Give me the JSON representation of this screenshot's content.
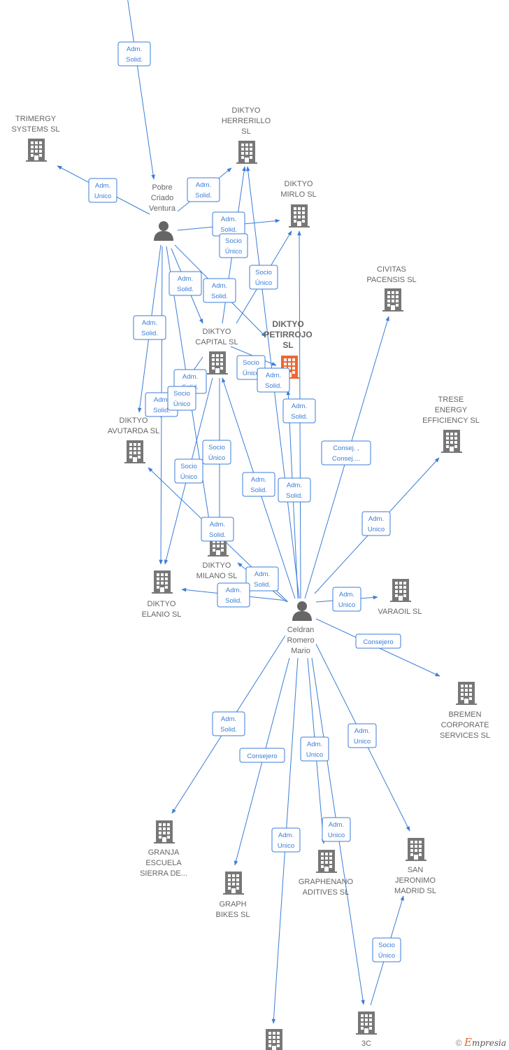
{
  "colors": {
    "edge": "#3b7dd8",
    "building": "#777777",
    "focus_building": "#ee6633",
    "person": "#666666"
  },
  "nodes": [
    {
      "id": "pobre",
      "kind": "person",
      "label": [
        "Pobre",
        "Criado",
        "Ventura"
      ]
    },
    {
      "id": "celdran",
      "kind": "person",
      "label": [
        "Celdran",
        "Romero",
        "Mario"
      ]
    },
    {
      "id": "trimergy",
      "kind": "company",
      "label": [
        "TRIMERGY",
        "SYSTEMS  SL"
      ]
    },
    {
      "id": "herrerillo",
      "kind": "company",
      "label": [
        "DIKTYO",
        "HERRERILLO",
        "SL"
      ]
    },
    {
      "id": "mirlo",
      "kind": "company",
      "label": [
        "DIKTYO",
        "MIRLO  SL"
      ]
    },
    {
      "id": "civitas",
      "kind": "company",
      "label": [
        "CIVITAS",
        "PACENSIS  SL"
      ]
    },
    {
      "id": "petirrojo",
      "kind": "company",
      "focus": true,
      "label": [
        "DIKTYO",
        "PETIRROJO",
        "SL"
      ]
    },
    {
      "id": "capital",
      "kind": "company",
      "label": [
        "DIKTYO",
        "CAPITAL  SL"
      ]
    },
    {
      "id": "trese",
      "kind": "company",
      "label": [
        "TRESE",
        "ENERGY",
        "EFFICIENCY  SL"
      ]
    },
    {
      "id": "avutarda",
      "kind": "company",
      "label": [
        "DIKTYO",
        "AVUTARDA  SL"
      ]
    },
    {
      "id": "milano",
      "kind": "company",
      "label": [
        "DIKTYO",
        "MILANO  SL"
      ]
    },
    {
      "id": "elanio",
      "kind": "company",
      "label": [
        "DIKTYO",
        "ELANIO  SL"
      ]
    },
    {
      "id": "varaoil",
      "kind": "company",
      "label": [
        "VARAOIL  SL"
      ]
    },
    {
      "id": "bremen",
      "kind": "company",
      "label": [
        "BREMEN",
        "CORPORATE",
        "SERVICES  SL"
      ]
    },
    {
      "id": "granja",
      "kind": "company",
      "label": [
        "GRANJA",
        "ESCUELA",
        "SIERRA DE..."
      ]
    },
    {
      "id": "graph",
      "kind": "company",
      "label": [
        "GRAPH",
        "BIKES  SL"
      ]
    },
    {
      "id": "graphenano",
      "kind": "company",
      "label": [
        "GRAPHENANO",
        "ADITIVES  SL"
      ]
    },
    {
      "id": "sanjeronimo",
      "kind": "company",
      "label": [
        "SAN",
        "JERONIMO",
        "MADRID  SL"
      ]
    },
    {
      "id": "threec",
      "kind": "company",
      "label": [
        "3C"
      ]
    },
    {
      "id": "bottom",
      "kind": "company",
      "label": []
    }
  ],
  "edges": [
    {
      "from": "offtop",
      "to": "pobre",
      "label": [
        "Adm.",
        "Solid."
      ]
    },
    {
      "from": "pobre",
      "to": "trimergy",
      "label": [
        "Adm.",
        "Unico"
      ]
    },
    {
      "from": "pobre",
      "to": "herrerillo",
      "label": [
        "Adm.",
        "Solid."
      ]
    },
    {
      "from": "pobre",
      "to": "mirlo",
      "label": [
        "Adm.",
        "Solid."
      ]
    },
    {
      "from": "pobre",
      "to": "capital",
      "label": [
        "Adm.",
        "Solid."
      ]
    },
    {
      "from": "pobre",
      "to": "petirrojo",
      "label": [
        "Adm.",
        "Solid."
      ]
    },
    {
      "from": "pobre",
      "to": "avutarda",
      "label": [
        "Adm.",
        "Solid."
      ]
    },
    {
      "from": "pobre",
      "to": "elanio",
      "label": [
        "Adm.",
        "Solid."
      ]
    },
    {
      "from": "pobre",
      "to": "milano",
      "label": [
        "Adm.",
        "Solid."
      ]
    },
    {
      "from": "capital",
      "to": "herrerillo",
      "label": [
        "Socio",
        "Único"
      ]
    },
    {
      "from": "capital",
      "to": "mirlo",
      "label": [
        "Socio",
        "Único"
      ]
    },
    {
      "from": "capital",
      "to": "petirrojo",
      "label": [
        "Socio",
        "Único"
      ]
    },
    {
      "from": "capital",
      "to": "avutarda",
      "label": [
        "Socio",
        "Único"
      ]
    },
    {
      "from": "capital",
      "to": "elanio",
      "label": [
        "Socio",
        "Único"
      ]
    },
    {
      "from": "capital",
      "to": "milano",
      "label": [
        "Socio",
        "Único"
      ]
    },
    {
      "from": "celdran",
      "to": "herrerillo",
      "label": [
        "Adm.",
        "Solid."
      ]
    },
    {
      "from": "celdran",
      "to": "mirlo",
      "label": [
        "Adm.",
        "Solid."
      ]
    },
    {
      "from": "celdran",
      "to": "petirrojo",
      "label": [
        "Adm.",
        "Solid."
      ]
    },
    {
      "from": "celdran",
      "to": "capital",
      "label": [
        "Adm.",
        "Solid."
      ]
    },
    {
      "from": "celdran",
      "to": "civitas",
      "label": [
        "Consej. ,",
        "Consej...."
      ]
    },
    {
      "from": "celdran",
      "to": "trese",
      "label": [
        "Adm.",
        "Unico"
      ]
    },
    {
      "from": "celdran",
      "to": "avutarda",
      "label": [
        "Adm.",
        "Solid."
      ]
    },
    {
      "from": "celdran",
      "to": "milano",
      "label": [
        "Adm.",
        "Solid."
      ]
    },
    {
      "from": "celdran",
      "to": "elanio",
      "label": [
        "Adm.",
        "Solid."
      ]
    },
    {
      "from": "celdran",
      "to": "varaoil",
      "label": [
        "Adm.",
        "Unico"
      ]
    },
    {
      "from": "celdran",
      "to": "bremen",
      "label": [
        "Consejero"
      ]
    },
    {
      "from": "celdran",
      "to": "granja",
      "label": [
        "Adm.",
        "Solid."
      ]
    },
    {
      "from": "celdran",
      "to": "graph",
      "label": [
        "Consejero"
      ]
    },
    {
      "from": "celdran",
      "to": "graphenano",
      "label": [
        "Adm.",
        "Unico"
      ]
    },
    {
      "from": "celdran",
      "to": "sanjeronimo",
      "label": [
        "Adm.",
        "Unico"
      ]
    },
    {
      "from": "celdran",
      "to": "threec",
      "label": [
        "Adm.",
        "Unico"
      ]
    },
    {
      "from": "celdran",
      "to": "bottom",
      "label": [
        "Adm.",
        "Unico"
      ]
    },
    {
      "from": "threec",
      "to": "sanjeronimo",
      "label": [
        "Socio",
        "Único"
      ]
    }
  ],
  "brand": {
    "copyright": "©",
    "initial": "E",
    "rest": "mpresia"
  }
}
